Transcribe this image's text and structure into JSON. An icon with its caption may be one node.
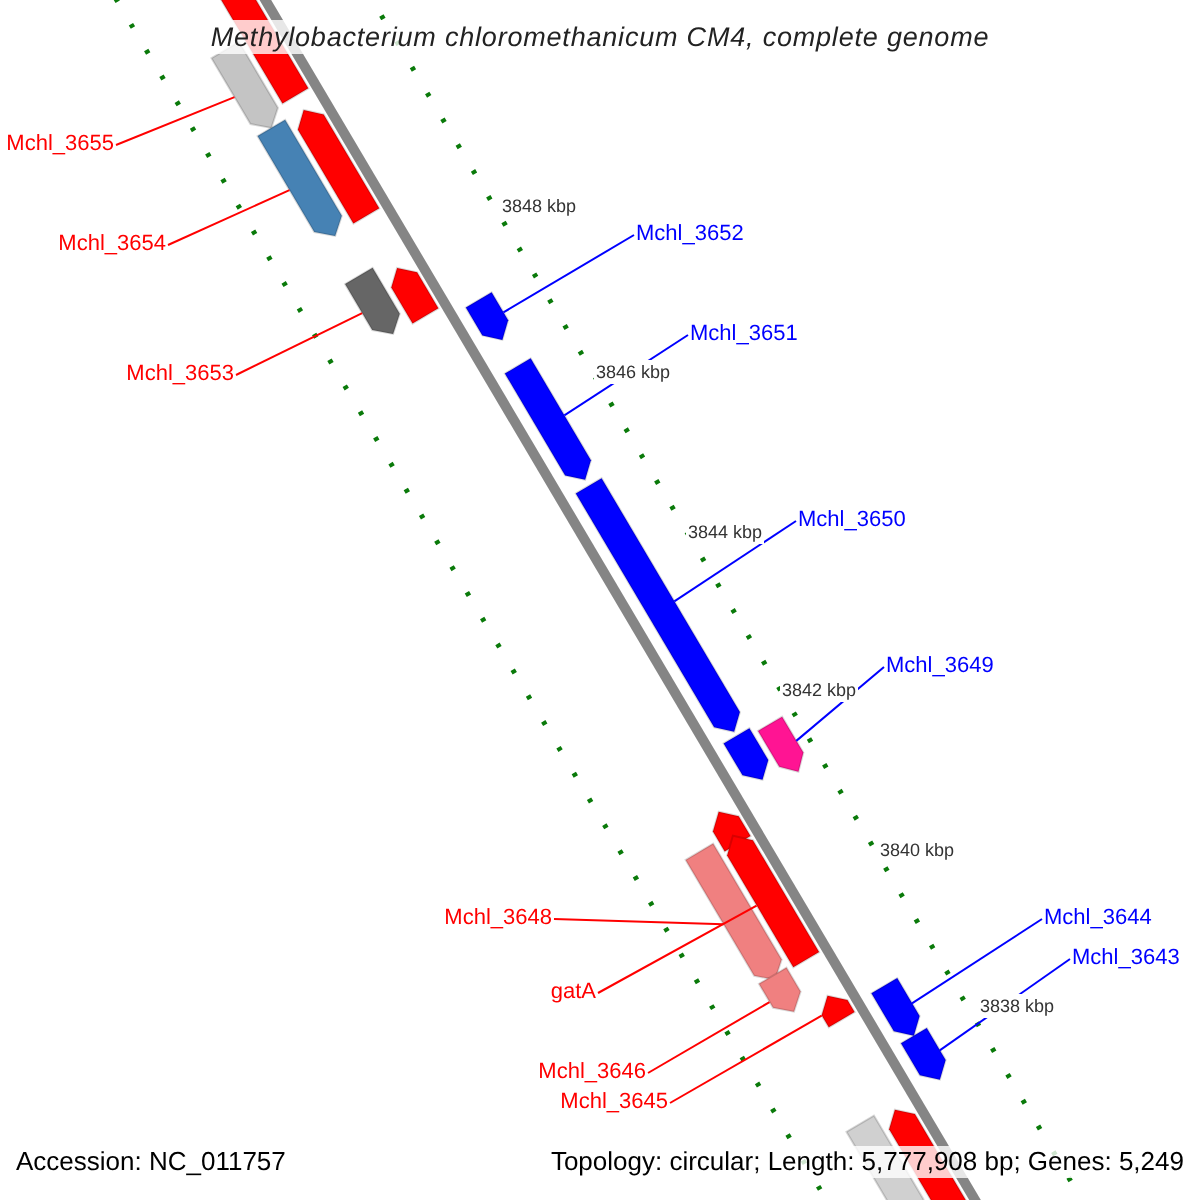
{
  "diagram": {
    "title": "Methylobacterium chloromethanicum CM4, complete genome",
    "nodes": [
      {
        "text": [
          "Mchl_3655"
        ]
      },
      {
        "text": [
          "Mchl_3654"
        ]
      },
      {
        "text": [
          "Mchl_3653"
        ]
      },
      {
        "text": [
          "Mchl_3652"
        ]
      },
      {
        "text": [
          "Mchl_3651"
        ]
      },
      {
        "text": [
          "Mchl_3650"
        ]
      },
      {
        "text": [
          "Mchl_3649"
        ]
      },
      {
        "text": [
          "Mchl_3648"
        ]
      },
      {
        "text": [
          "gatA"
        ]
      },
      {
        "text": [
          "Mchl_3646"
        ]
      },
      {
        "text": [
          "Mchl_3645"
        ]
      },
      {
        "text": [
          "Mchl_3644"
        ]
      },
      {
        "text": [
          "Mchl_3643"
        ]
      },
      {
        "text": [],
        "shape": "bar"
      },
      {
        "text": [],
        "shape": "bar"
      },
      {
        "text": [],
        "shape": "bar"
      },
      {
        "text": [],
        "shape": "bar"
      },
      {
        "text": [],
        "shape": "bar"
      },
      {
        "text": [],
        "shape": "bar"
      },
      {
        "text": [],
        "shape": "bar"
      },
      {
        "text": [],
        "shape": "bar"
      },
      {
        "text": [],
        "shape": "bar"
      },
      {
        "text": [],
        "shape": "bar"
      },
      {
        "text": [],
        "shape": "bar"
      },
      {
        "text": [],
        "shape": "bar"
      },
      {
        "text": [],
        "shape": "bar"
      },
      {
        "text": [],
        "shape": "bar"
      },
      {
        "text": [],
        "shape": "bar"
      },
      {
        "text": [],
        "shape": "bar"
      },
      {
        "text": [],
        "shape": "bar"
      },
      {
        "text": [],
        "shape": "bar"
      },
      {
        "text": [],
        "shape": "bar"
      },
      {
        "text": [],
        "shape": "bar"
      }
    ],
    "edges": [
      {
        "from": 0,
        "to": 14,
        "arrow": "none"
      },
      {
        "from": 1,
        "to": 16,
        "arrow": "none"
      },
      {
        "from": 2,
        "to": 18,
        "arrow": "none"
      },
      {
        "from": 3,
        "to": 19,
        "arrow": "none",
        "color": "#0000ff"
      },
      {
        "from": 4,
        "to": 20,
        "arrow": "none",
        "color": "#0000ff"
      },
      {
        "from": 5,
        "to": 21,
        "arrow": "none",
        "color": "#0000ff"
      },
      {
        "from": 6,
        "to": 22,
        "arrow": "none",
        "color": "#0000ff"
      },
      {
        "from": 7,
        "to": 26,
        "arrow": "none"
      },
      {
        "from": 8,
        "to": 25,
        "arrow": "none"
      },
      {
        "from": 9,
        "to": 27,
        "arrow": "none"
      },
      {
        "from": 10,
        "to": 29,
        "arrow": "none"
      },
      {
        "from": 11,
        "to": 28,
        "arrow": "none",
        "color": "#0000ff"
      },
      {
        "from": 12,
        "to": 30,
        "arrow": "none",
        "color": "#0000ff"
      }
    ],
    "labels": [
      "3848 kbp",
      "3846 kbp",
      "3844 kbp",
      "3842 kbp",
      "3840 kbp",
      "3838 kbp",
      "Accession: NC_011757",
      "Topology: circular; Length: 5,777,908 bp; Genes: 5,249"
    ]
  }
}
